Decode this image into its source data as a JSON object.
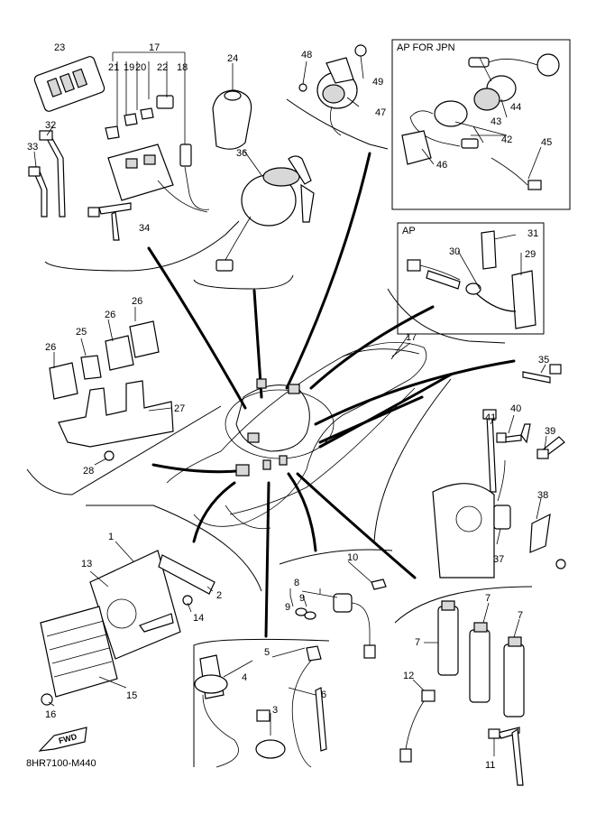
{
  "diagram_code": "8HR7100-M440",
  "box_titles": {
    "ap_for_jpn": "AP FOR JPN",
    "ap": "AP"
  },
  "fwd_label": "FWD",
  "callouts": {
    "c1": "1",
    "c2": "2",
    "c3": "3",
    "c4": "4",
    "c5": "5",
    "c6": "6",
    "c7a": "7",
    "c7b": "7",
    "c7c": "7",
    "c8": "8",
    "c9a": "9",
    "c9b": "9",
    "c10": "10",
    "c11": "11",
    "c12": "12",
    "c13": "13",
    "c14": "14",
    "c15": "15",
    "c16": "16",
    "c17a": "17",
    "c17b": "17",
    "c18": "18",
    "c19": "19",
    "c20": "20",
    "c21": "21",
    "c22": "22",
    "c23": "23",
    "c24": "24",
    "c25": "25",
    "c26a": "26",
    "c26b": "26",
    "c26c": "26",
    "c27": "27",
    "c28": "28",
    "c29": "29",
    "c30": "30",
    "c31": "31",
    "c32": "32",
    "c33": "33",
    "c34": "34",
    "c35": "35",
    "c36": "36",
    "c37": "37",
    "c38": "38",
    "c39": "39",
    "c40": "40",
    "c41": "41",
    "c42": "42",
    "c43": "43",
    "c44": "44",
    "c45": "45",
    "c46": "46",
    "c47": "47",
    "c48": "48",
    "c49": "49"
  }
}
